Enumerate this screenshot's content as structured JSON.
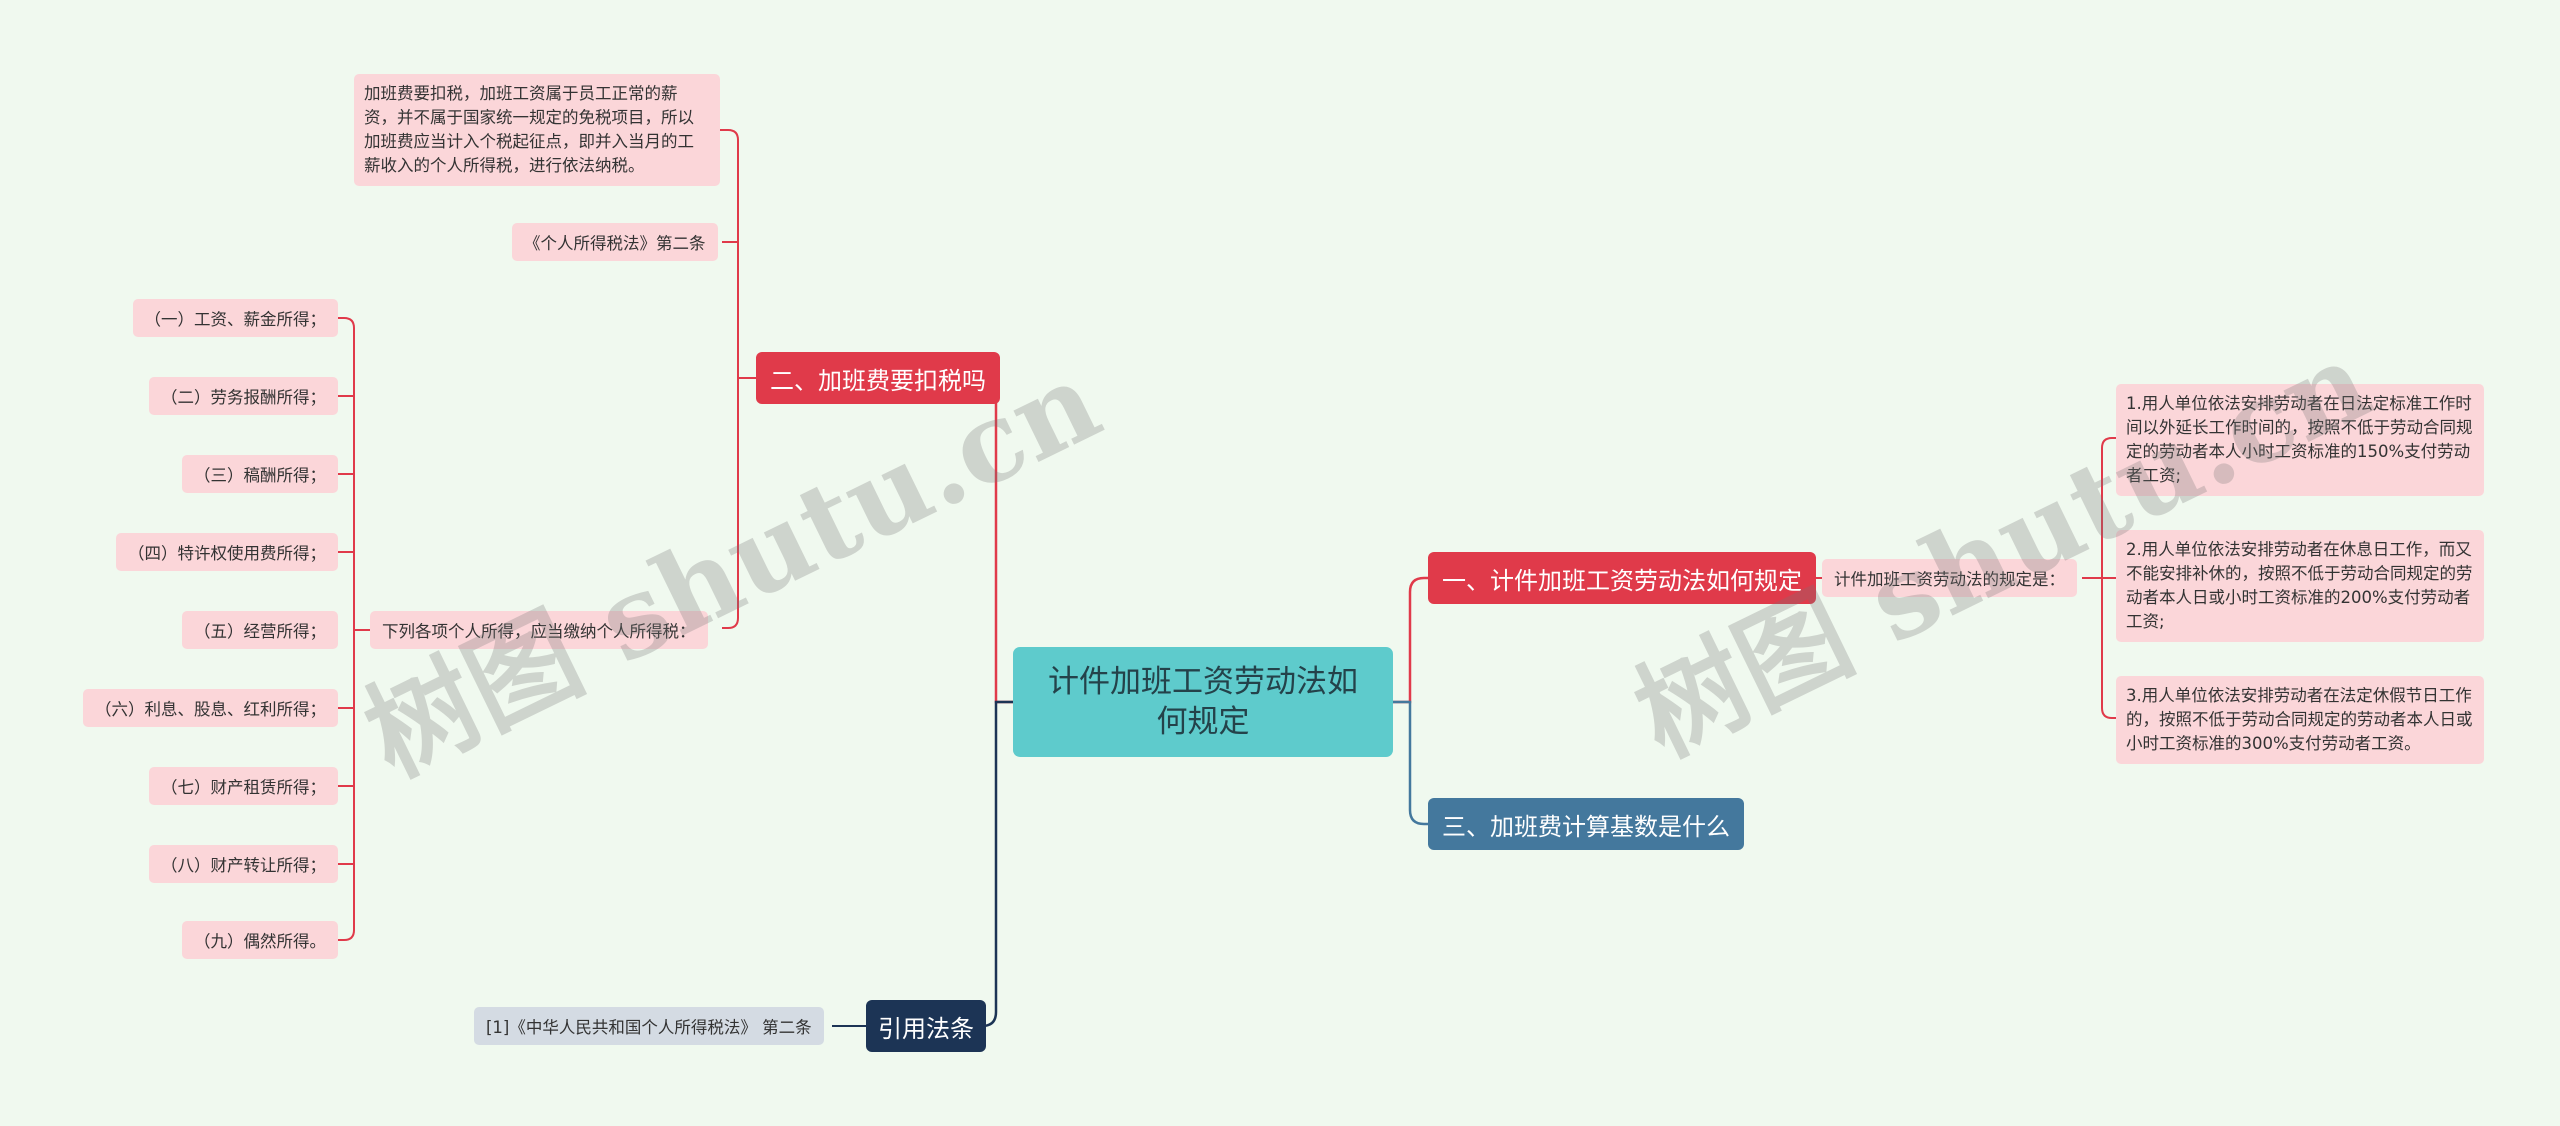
{
  "center": {
    "title": "计件加班工资劳动法如何规定"
  },
  "branches": {
    "b1": {
      "label": "一、计件加班工资劳动法如何规定",
      "sub": "计件加班工资劳动法的规定是：",
      "items": [
        "1.用人单位依法安排劳动者在日法定标准工作时间以外延长工作时间的，按照不低于劳动合同规定的劳动者本人小时工资标准的150%支付劳动者工资;",
        "2.用人单位依法安排劳动者在休息日工作，而又不能安排补休的，按照不低于劳动合同规定的劳动者本人日或小时工资标准的200%支付劳动者工资;",
        "3.用人单位依法安排劳动者在法定休假节日工作的，按照不低于劳动合同规定的劳动者本人日或小时工资标准的300%支付劳动者工资。"
      ]
    },
    "b2": {
      "label": "二、加班费要扣税吗",
      "note": "加班费要扣税，加班工资属于员工正常的薪资，并不属于国家统一规定的免税项目，所以加班费应当计入个税起征点，即并入当月的工薪收入的个人所得税，进行依法纳税。",
      "law": "《个人所得税法》第二条",
      "list_title": "下列各项个人所得，应当缴纳个人所得税：",
      "list": [
        "（一）工资、薪金所得；",
        "（二）劳务报酬所得；",
        "（三）稿酬所得；",
        "（四）特许权使用费所得；",
        "（五）经营所得；",
        "（六）利息、股息、红利所得；",
        "（七）财产租赁所得；",
        "（八）财产转让所得；",
        "（九）偶然所得。"
      ]
    },
    "b3": {
      "label": "三、加班费计算基数是什么"
    },
    "ref": {
      "label": "引用法条",
      "item": "[1]《中华人民共和国个人所得税法》 第二条"
    }
  },
  "watermark": "树图 shutu.cn",
  "colors": {
    "red": "#e03a4a",
    "blue": "#44789d",
    "navy": "#1c3455",
    "center": "#5ecbcc",
    "leaf": "#fbd6d9",
    "grey": "#d4dbe3"
  }
}
